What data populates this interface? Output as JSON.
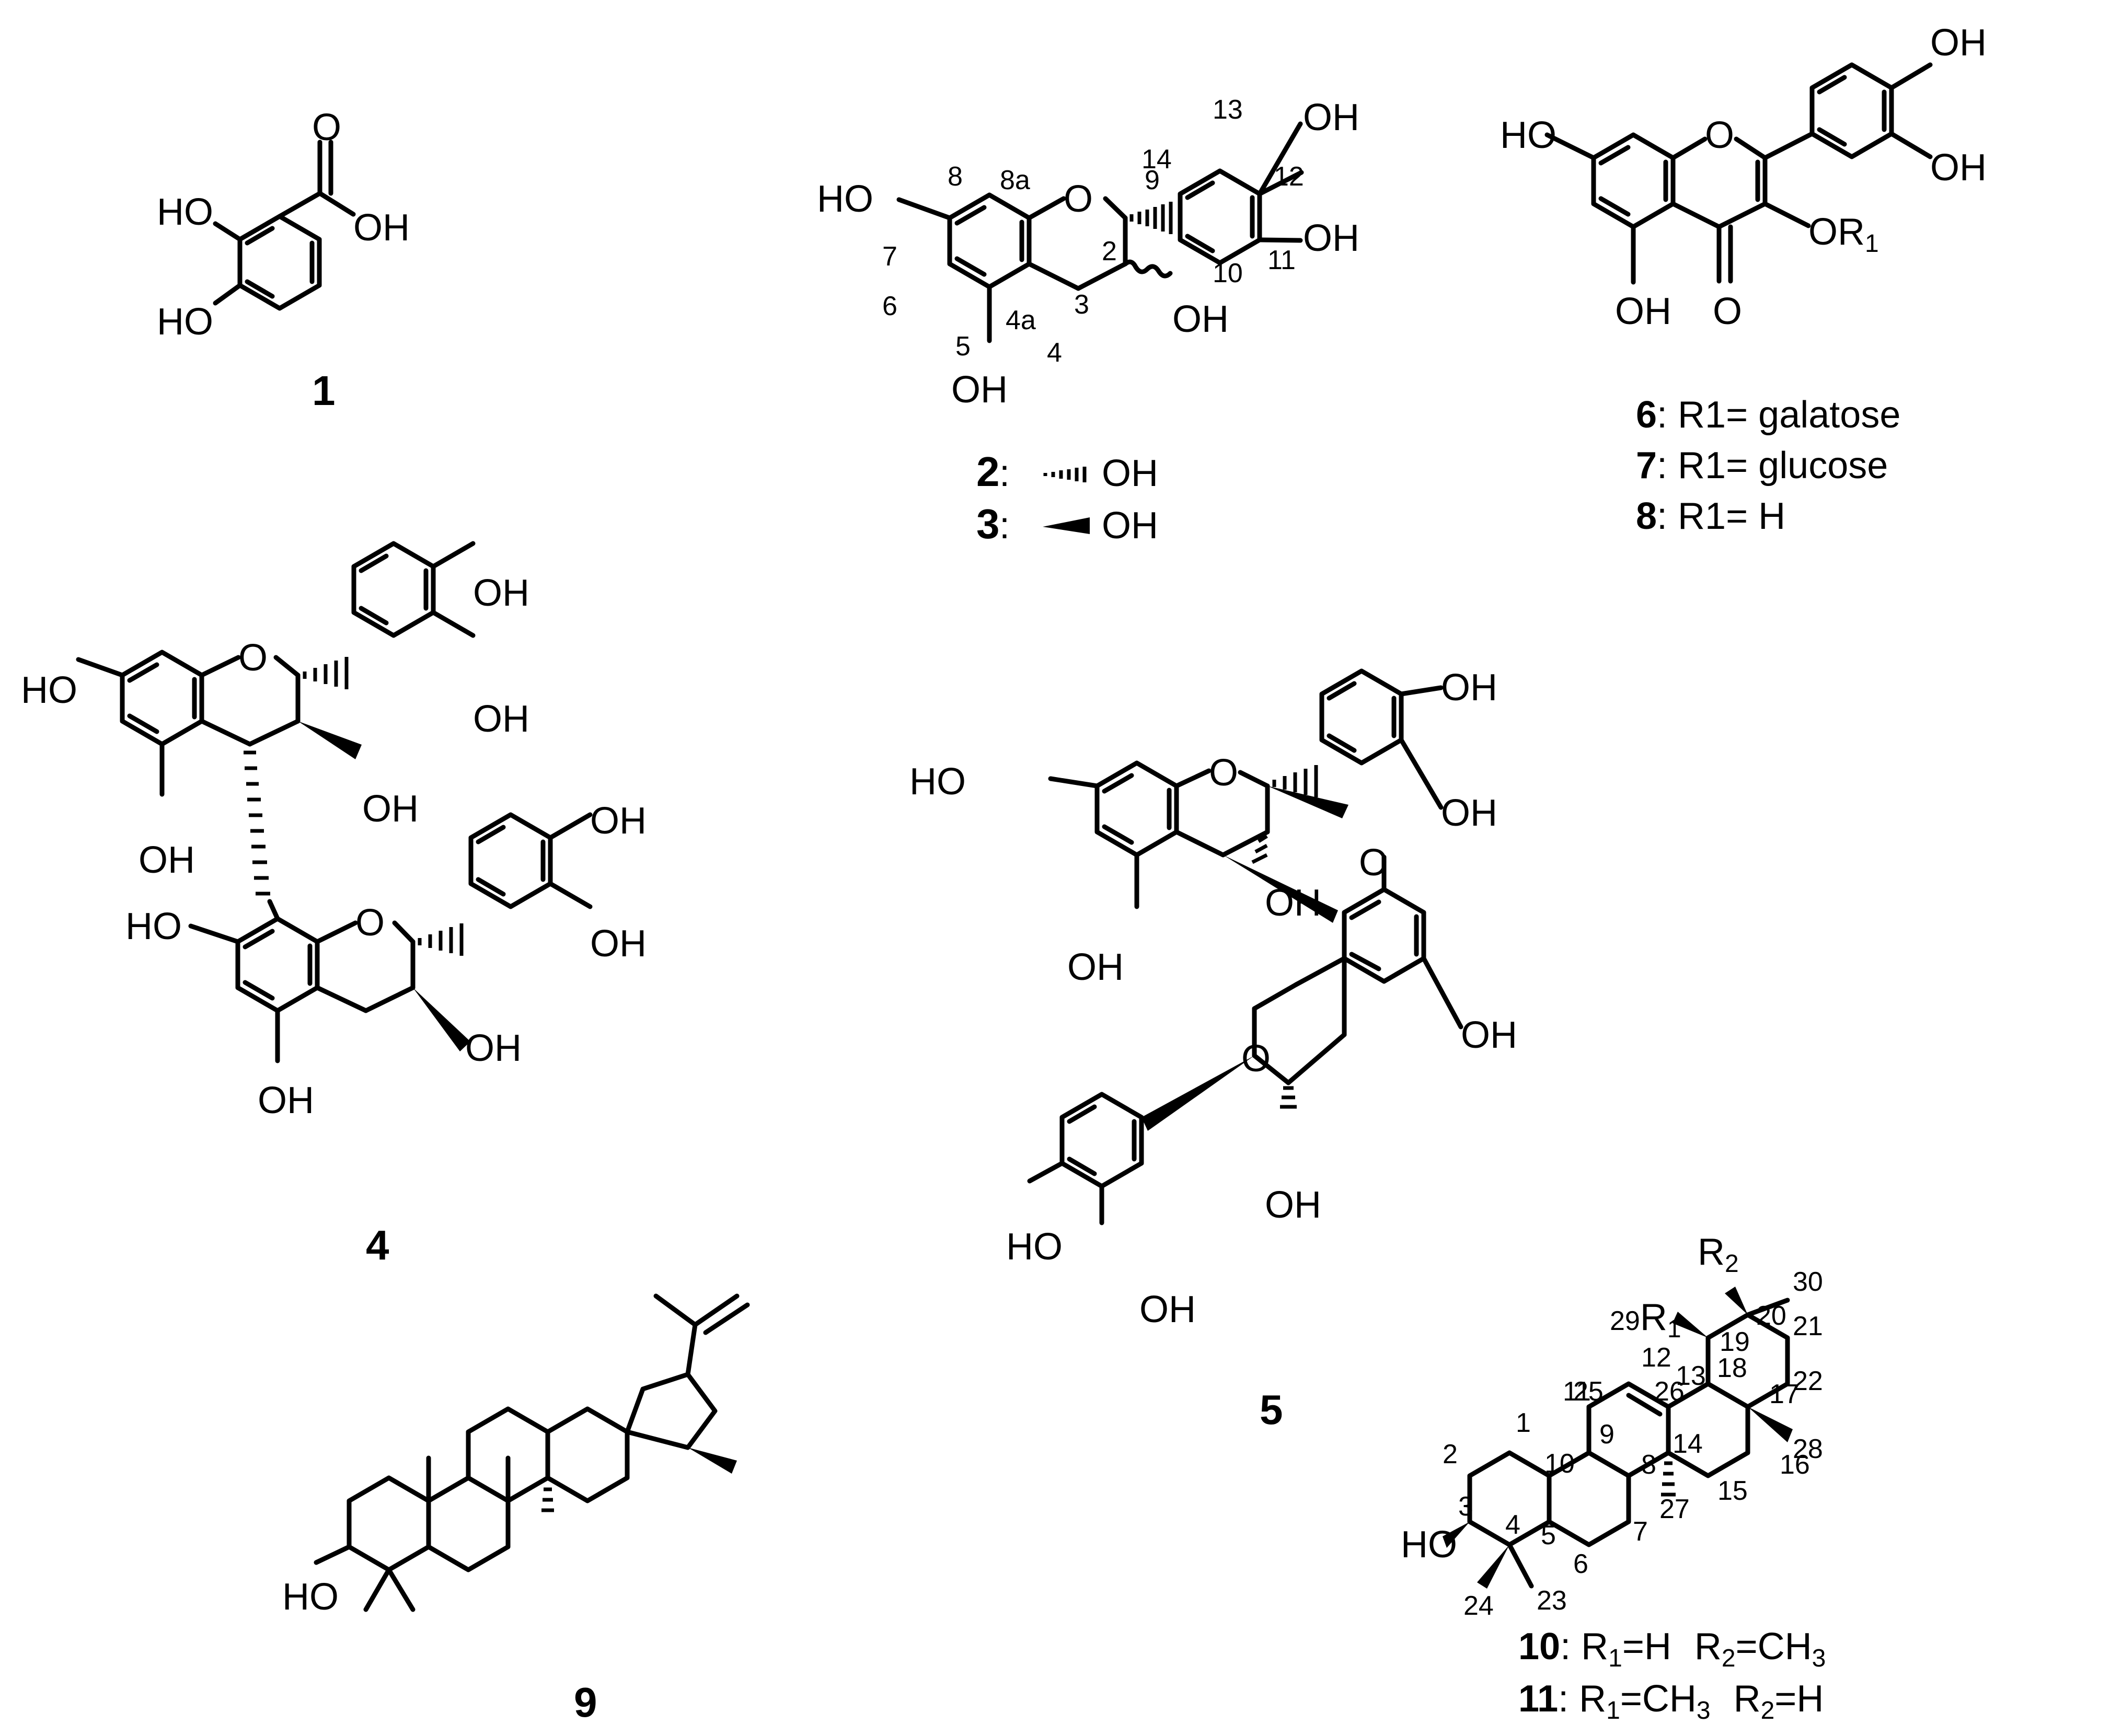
{
  "figure": {
    "compounds": {
      "c1": {
        "id": "1",
        "atoms": {
          "o_carbonyl": "O",
          "oh_acid": "OH",
          "ho3": "HO",
          "ho4": "HO"
        }
      },
      "c2": {
        "atoms": {
          "o_ring": "O",
          "oh3": "OH",
          "ho7": "HO",
          "oh5": "OH",
          "oh12": "OH",
          "oh11": "OH"
        },
        "numbering": {
          "n2": "2",
          "n3": "3",
          "n4": "4",
          "n4a": "4a",
          "n5": "5",
          "n6": "6",
          "n7": "7",
          "n8": "8",
          "n8a": "8a",
          "n9": "9",
          "n10": "10",
          "n11": "11",
          "n12": "12",
          "n13": "13",
          "n14": "14"
        },
        "variants": [
          {
            "id": "2",
            "sep": ":",
            "group": "OH",
            "stereo": "hashed"
          },
          {
            "id": "3",
            "sep": ":",
            "group": "OH",
            "stereo": "wedge"
          }
        ]
      },
      "c6": {
        "atoms": {
          "o_ring": "O",
          "o_carbonyl": "O",
          "ho7": "HO",
          "oh5": "OH",
          "oh3p": "OH",
          "oh4p": "OH",
          "or1": "OR",
          "or1_sub": "1"
        },
        "variants": [
          {
            "id": "6",
            "text": ": R1= galatose"
          },
          {
            "id": "7",
            "text": ": R1= glucose"
          },
          {
            "id": "8",
            "text": ": R1= H"
          }
        ]
      },
      "c4": {
        "id": "4",
        "atoms": {
          "o_ring_top": "O",
          "o_ring_bot": "O",
          "ho7_top": "HO",
          "oh5_top": "OH",
          "oh3_top": "OH",
          "oh_cat1_top": "OH",
          "oh_cat2_top": "OH",
          "ho7_bot": "HO",
          "oh5_bot": "OH",
          "oh3_bot": "OH",
          "oh_cat1_bot": "OH",
          "oh_cat2_bot": "OH"
        }
      },
      "c5": {
        "id": "5",
        "atoms": {
          "o_ring_top": "O",
          "o_bridge": "O",
          "o_ring_bot": "O",
          "ho7": "HO",
          "oh5": "OH",
          "oh3": "OH",
          "oh_cat1_top": "OH",
          "oh_cat2_top": "OH",
          "oh_d": "OH",
          "oh3_bot": "OH",
          "ho_cat_bot": "HO",
          "oh_cat_bot": "OH"
        }
      },
      "c9": {
        "id": "9",
        "atoms": {
          "ho3": "HO"
        }
      },
      "c10": {
        "atoms": {
          "ho3": "HO",
          "r1_pre": "29",
          "r1": "R",
          "r1_sub": "1",
          "r2": "R",
          "r2_sub": "2"
        },
        "numbering": {
          "n1": "1",
          "n2": "2",
          "n3": "3",
          "n4": "4",
          "n5": "5",
          "n6": "6",
          "n7": "7",
          "n8": "8",
          "n9": "9",
          "n10": "10",
          "n11": "11",
          "n12": "12",
          "n13": "13",
          "n14": "14",
          "n15": "15",
          "n16": "16",
          "n17": "17",
          "n18": "18",
          "n19": "19",
          "n20": "20",
          "n21": "21",
          "n22": "22",
          "n23": "23",
          "n24": "24",
          "n25": "25",
          "n26": "26",
          "n27": "27",
          "n28": "28",
          "n30": "30"
        },
        "variants": [
          {
            "id": "10",
            "sep": ": ",
            "r1": "R",
            "r1s": "1",
            "r1v": "=H",
            "r2": "R",
            "r2s": "2",
            "r2v": "=CH",
            "r2vs": "3"
          },
          {
            "id": "11",
            "sep": ": ",
            "r1": "R",
            "r1s": "1",
            "r1v": "=CH",
            "r1vs": "3",
            "r2": "R",
            "r2s": "2",
            "r2v": "=H"
          }
        ]
      }
    }
  }
}
